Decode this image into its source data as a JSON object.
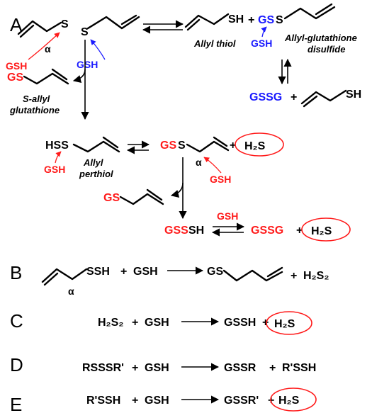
{
  "colors": {
    "red": "#ff1a1a",
    "blue": "#1a1aff",
    "black": "#000000"
  },
  "panels": {
    "a": "A",
    "b": "B",
    "c": "C",
    "d": "D",
    "e": "E"
  },
  "labels": {
    "alpha": "α",
    "s": "S",
    "sh": "SH",
    "ssh": "SSH",
    "gs": "GS",
    "gsh": "GSH",
    "gss": "GSS",
    "gssg": "GSSG",
    "hss": "HSS",
    "plus": "+",
    "allyl_thiol": "Allyl thiol",
    "allyl_glutathione_line1": "Allyl-glutathione",
    "allyl_glutathione_line2": "disulfide",
    "s_allyl_line1": "S-allyl",
    "s_allyl_line2": "glutathione",
    "allyl_perthiol_line1": "Allyl",
    "allyl_perthiol_line2": "perthiol",
    "h2s": "H₂S",
    "h2s2": "H₂S₂",
    "gssh": "GSSH",
    "rsssr": "RSSSR'",
    "gssr": "GSSR",
    "rssh": "R'SSH",
    "gssr_prime": "GSSR'"
  }
}
